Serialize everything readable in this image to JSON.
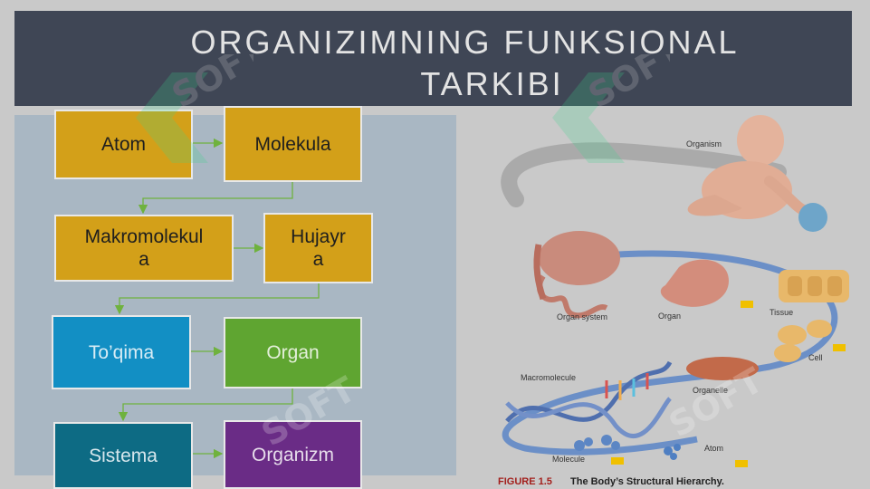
{
  "title": {
    "line1": "ORGANIZIMNING FUNKSIONAL",
    "line2": "TARKIBI"
  },
  "flow": {
    "atom": "Atom",
    "molekula": "Molekula",
    "makromolekula": "Makromolekul\na",
    "hujayra": "Hujayr\na",
    "toqima": "To’qima",
    "organ": "Organ",
    "sistema": "Sistema",
    "organizm": "Organizm"
  },
  "figure": {
    "labels": {
      "organism": "Organism",
      "organ_system": "Organ system",
      "organ": "Organ",
      "tissue": "Tissue",
      "cell": "Cell",
      "organelle": "Organelle",
      "macromolecule": "Macromolecule",
      "molecule": "Molecule",
      "atom": "Atom"
    },
    "caption_number": "FIGURE 1.5",
    "caption_text": "The Body’s Structural Hierarchy."
  },
  "watermark": {
    "text": "SOFT",
    "color": "#3dd68c"
  },
  "colors": {
    "header": "#3f4655",
    "panel": "#a9b7c3",
    "yellow": "#d3a019",
    "blue": "#128fc4",
    "green": "#5fa531",
    "teal": "#0d6b84",
    "purple": "#6a2c86",
    "arrow": "#6fb23e"
  }
}
